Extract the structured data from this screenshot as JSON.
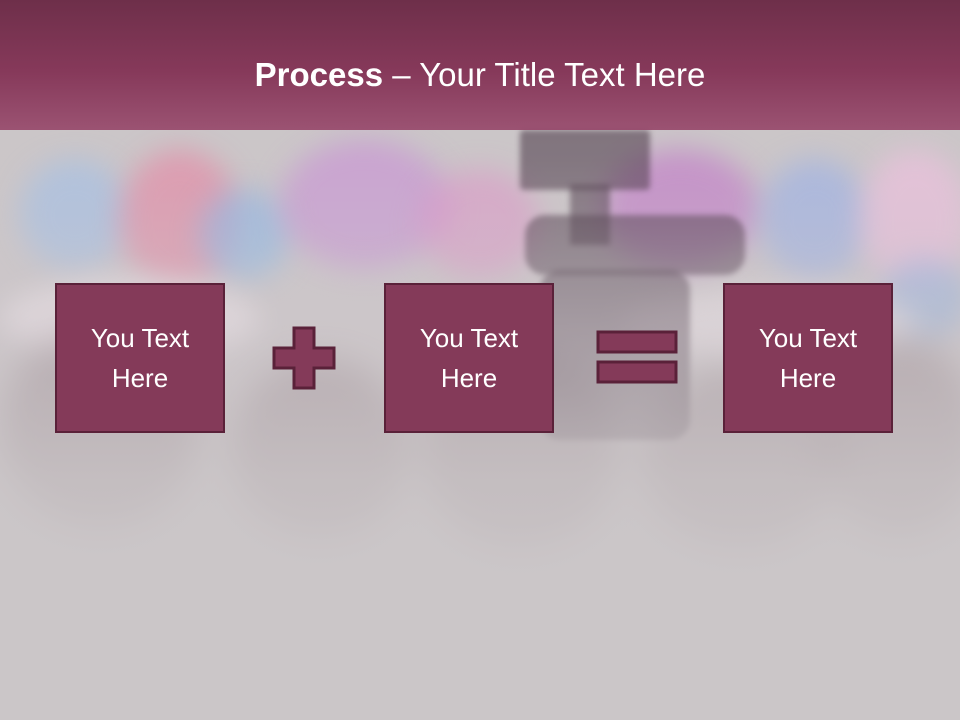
{
  "slide": {
    "title_bold": "Process",
    "title_separator": " – ",
    "title_rest": "Your Title Text Here",
    "boxes": [
      {
        "text": "You Text\nHere"
      },
      {
        "text": "You Text\nHere"
      },
      {
        "text": "You Text\nHere"
      }
    ],
    "operators": [
      "plus-icon",
      "equals-icon"
    ],
    "colors": {
      "accent": "#843a59",
      "accent_border": "#5a2139",
      "title_band": "#86395a",
      "background": "#cbc6c8"
    }
  }
}
